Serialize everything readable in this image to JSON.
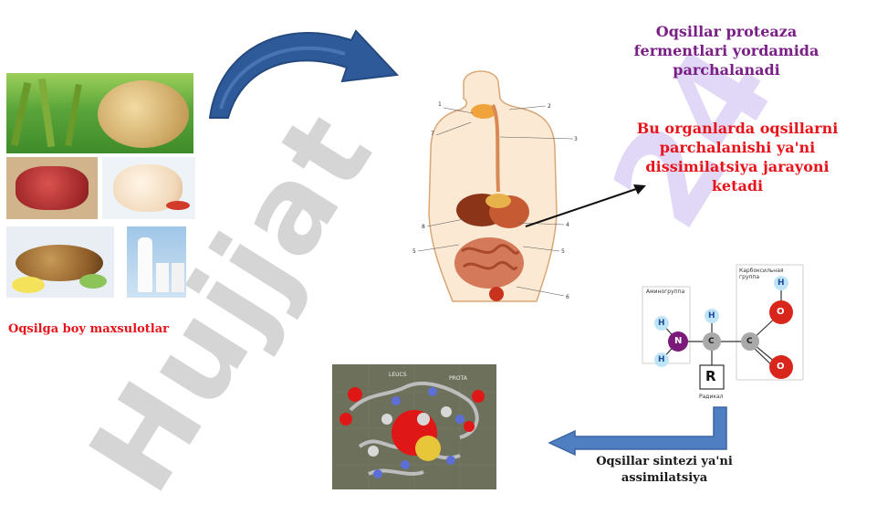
{
  "watermark": {
    "gray": "Hujjat",
    "purple": "24"
  },
  "left_panel": {
    "caption": "Oqsilga boy maxsulotlar"
  },
  "top_right": {
    "title": "Oqsillar proteaza fermentlari yordamida parchalanadi"
  },
  "middle_right": {
    "title": "Bu organlarda oqsillarni parchalanishi ya'ni dissimilatsiya jarayoni ketadi"
  },
  "bottom": {
    "caption": "Oqsillar sintezi ya'ni assimilatsiya"
  },
  "digestive_diagram": {
    "labels": [
      "1",
      "2",
      "3",
      "4",
      "5",
      "6",
      "7",
      "8",
      "5"
    ]
  },
  "amino_acid": {
    "amino_group_label": "Аминогруппа",
    "carboxyl_group_label": "Карбоксильная группа",
    "radical_label": "Радикал",
    "r_symbol": "R",
    "atoms": {
      "h": "H",
      "n": "N",
      "c": "C",
      "o": "O"
    }
  },
  "molecule_image": {
    "labels": [
      "LEUCS",
      "PROTA"
    ]
  },
  "colors": {
    "purple": "#7a1f86",
    "red": "#e8141b",
    "arrow_blue": "#2f5a9a",
    "arrow_light_blue": "#4f7fc1"
  }
}
